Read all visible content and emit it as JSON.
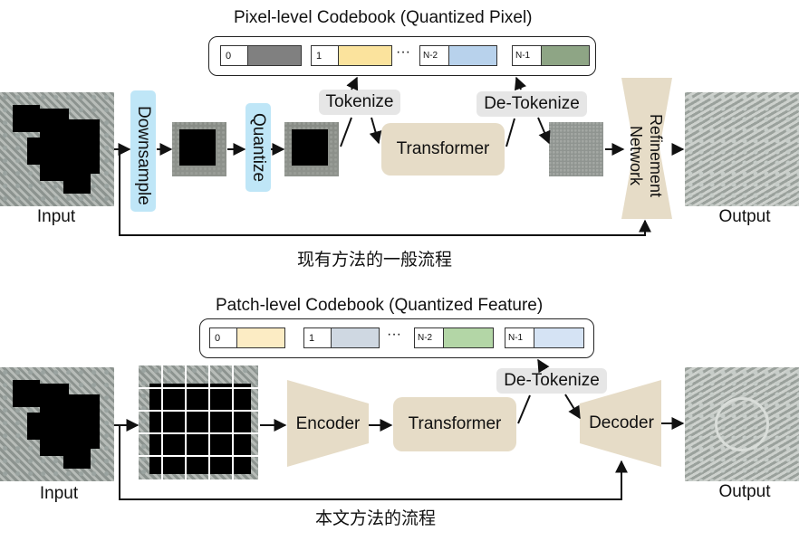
{
  "top": {
    "codebook_title": "Pixel-level Codebook (Quantized Pixel)",
    "codebook_entries": [
      {
        "index": "0",
        "color": "#808080"
      },
      {
        "index": "1",
        "color": "#fbe39d"
      },
      {
        "index": "N-2",
        "color": "#b8d2ec"
      },
      {
        "index": "N-1",
        "color": "#8ea585"
      }
    ],
    "ellipsis": "···",
    "downsample": "Downsample",
    "quantize": "Quantize",
    "tokenize": "Tokenize",
    "detokenize": "De-Tokenize",
    "transformer": "Transformer",
    "refinement": "Refinement Network",
    "refinement_line1": "Refinement",
    "refinement_line2": "Network",
    "input_label": "Input",
    "output_label": "Output",
    "caption": "现有方法的一般流程"
  },
  "bottom": {
    "codebook_title": "Patch-level Codebook (Quantized Feature)",
    "codebook_entries": [
      {
        "index": "0",
        "color": "#fcecc4"
      },
      {
        "index": "1",
        "color": "#cfd8e2"
      },
      {
        "index": "N-2",
        "color": "#b3d6a6"
      },
      {
        "index": "N-1",
        "color": "#d5e3f4"
      }
    ],
    "ellipsis": "···",
    "encoder": "Encoder",
    "transformer": "Transformer",
    "detokenize": "De-Tokenize",
    "decoder": "Decoder",
    "input_label": "Input",
    "output_label": "Output",
    "caption": "本文方法的流程"
  },
  "colors": {
    "blue_pill": "#bfe6f7",
    "beige_block": "#e6dcc7",
    "chip_gray": "#e6e6e6"
  }
}
